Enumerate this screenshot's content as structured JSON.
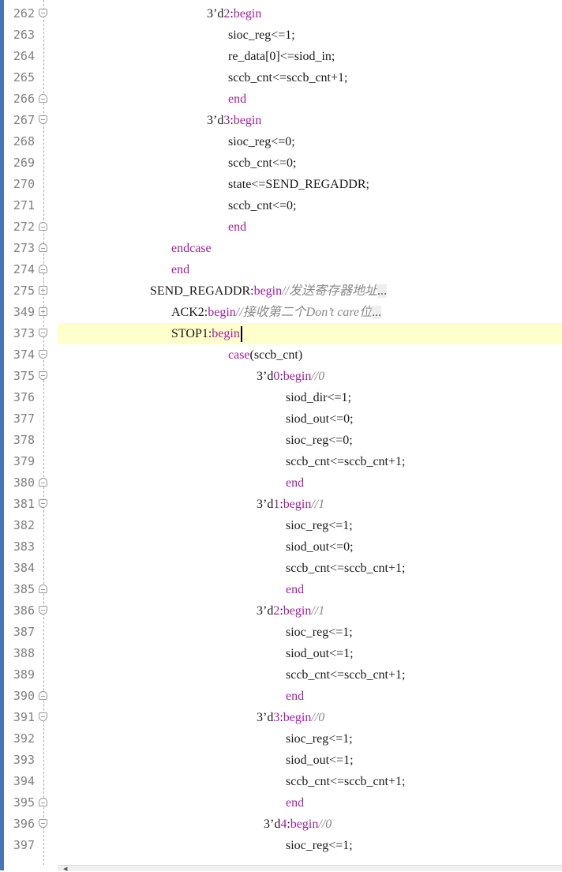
{
  "lines": [
    {
      "num": "262",
      "fold": "open",
      "parts": [
        [
          "t",
          "3’d"
        ],
        [
          "k",
          "2"
        ],
        [
          "t",
          ":"
        ],
        [
          "k",
          "begin"
        ]
      ]
    },
    {
      "num": "263",
      "parts": [
        [
          "t",
          "sioc_reg<=1;"
        ]
      ]
    },
    {
      "num": "264",
      "parts": [
        [
          "t",
          "re_data[0]<=siod_in;"
        ]
      ]
    },
    {
      "num": "265",
      "parts": [
        [
          "t",
          "sccb_cnt<=sccb_cnt+1;"
        ]
      ]
    },
    {
      "num": "266",
      "fold": "end",
      "parts": [
        [
          "k",
          "end"
        ]
      ]
    },
    {
      "num": "267",
      "fold": "open",
      "parts": [
        [
          "t",
          "3’d"
        ],
        [
          "k",
          "3"
        ],
        [
          "t",
          ":"
        ],
        [
          "k",
          "begin"
        ]
      ]
    },
    {
      "num": "268",
      "parts": [
        [
          "t",
          "sioc_reg<=0;"
        ]
      ]
    },
    {
      "num": "269",
      "parts": [
        [
          "t",
          "sccb_cnt<=0;"
        ]
      ]
    },
    {
      "num": "270",
      "parts": [
        [
          "t",
          "state<=SEND_REGADDR;"
        ]
      ]
    },
    {
      "num": "271",
      "parts": [
        [
          "t",
          "sccb_cnt<=0;"
        ]
      ]
    },
    {
      "num": "272",
      "fold": "end",
      "parts": [
        [
          "k",
          "end"
        ]
      ]
    },
    {
      "num": "273",
      "fold": "end",
      "parts": [
        [
          "k",
          "endcase"
        ]
      ]
    },
    {
      "num": "274",
      "fold": "end",
      "parts": [
        [
          "k",
          "end"
        ]
      ]
    },
    {
      "num": "275",
      "fold": "plus",
      "parts": [
        [
          "t",
          "SEND_REGADDR:"
        ],
        [
          "k",
          "begin"
        ],
        [
          "c",
          "//发送寄存器地址"
        ],
        [
          "x",
          "..."
        ]
      ]
    },
    {
      "num": "349",
      "fold": "plus",
      "parts": [
        [
          "t",
          "ACK2:"
        ],
        [
          "k",
          "begin"
        ],
        [
          "c",
          "//接收第二个Don’t care位"
        ],
        [
          "x",
          "..."
        ]
      ]
    },
    {
      "num": "373",
      "fold": "open",
      "current": true,
      "parts": [
        [
          "t",
          "STOP1:"
        ],
        [
          "k",
          "begin"
        ]
      ]
    },
    {
      "num": "374",
      "fold": "open",
      "parts": [
        [
          "k",
          "case"
        ],
        [
          "t",
          "(sccb_cnt)"
        ]
      ]
    },
    {
      "num": "375",
      "fold": "open",
      "parts": [
        [
          "t",
          "3’d"
        ],
        [
          "k",
          "0"
        ],
        [
          "t",
          ":"
        ],
        [
          "k",
          "begin"
        ],
        [
          "c",
          "//0"
        ]
      ]
    },
    {
      "num": "376",
      "parts": [
        [
          "t",
          "siod_dir<=1;"
        ]
      ]
    },
    {
      "num": "377",
      "parts": [
        [
          "t",
          "siod_out<=0;"
        ]
      ]
    },
    {
      "num": "378",
      "parts": [
        [
          "t",
          "sioc_reg<=0;"
        ]
      ]
    },
    {
      "num": "379",
      "parts": [
        [
          "t",
          "sccb_cnt<=sccb_cnt+1;"
        ]
      ]
    },
    {
      "num": "380",
      "fold": "end",
      "parts": [
        [
          "k",
          "end"
        ]
      ]
    },
    {
      "num": "381",
      "fold": "open",
      "parts": [
        [
          "t",
          "3’d"
        ],
        [
          "k",
          "1"
        ],
        [
          "t",
          ":"
        ],
        [
          "k",
          "begin"
        ],
        [
          "c",
          "//1"
        ]
      ]
    },
    {
      "num": "382",
      "parts": [
        [
          "t",
          "sioc_reg<=1;"
        ]
      ]
    },
    {
      "num": "383",
      "parts": [
        [
          "t",
          "siod_out<=0;"
        ]
      ]
    },
    {
      "num": "384",
      "parts": [
        [
          "t",
          "sccb_cnt<=sccb_cnt+1;"
        ]
      ]
    },
    {
      "num": "385",
      "fold": "end",
      "parts": [
        [
          "k",
          "end"
        ]
      ]
    },
    {
      "num": "386",
      "fold": "open",
      "parts": [
        [
          "t",
          "3’d"
        ],
        [
          "k",
          "2"
        ],
        [
          "t",
          ":"
        ],
        [
          "k",
          "begin"
        ],
        [
          "c",
          "//1"
        ]
      ]
    },
    {
      "num": "387",
      "parts": [
        [
          "t",
          "sioc_reg<=1;"
        ]
      ]
    },
    {
      "num": "388",
      "parts": [
        [
          "t",
          "siod_out<=1;"
        ]
      ]
    },
    {
      "num": "389",
      "parts": [
        [
          "t",
          "sccb_cnt<=sccb_cnt+1;"
        ]
      ]
    },
    {
      "num": "390",
      "fold": "end",
      "parts": [
        [
          "k",
          "end"
        ]
      ]
    },
    {
      "num": "391",
      "fold": "open",
      "parts": [
        [
          "t",
          "3’d"
        ],
        [
          "k",
          "3"
        ],
        [
          "t",
          ":"
        ],
        [
          "k",
          "begin"
        ],
        [
          "c",
          "//0"
        ]
      ]
    },
    {
      "num": "392",
      "parts": [
        [
          "t",
          "sioc_reg<=1;"
        ]
      ]
    },
    {
      "num": "393",
      "parts": [
        [
          "t",
          "siod_out<=1;"
        ]
      ]
    },
    {
      "num": "394",
      "parts": [
        [
          "t",
          "sccb_cnt<=sccb_cnt+1;"
        ]
      ]
    },
    {
      "num": "395",
      "fold": "end",
      "parts": [
        [
          "k",
          "end"
        ]
      ]
    },
    {
      "num": "396",
      "fold": "open",
      "parts": [
        [
          "t",
          "3’d"
        ],
        [
          "k",
          "4"
        ],
        [
          "t",
          ":"
        ],
        [
          "k",
          "begin"
        ],
        [
          "c",
          "//0"
        ]
      ]
    },
    {
      "num": "397",
      "parts": [
        [
          "t",
          "sioc_reg<=1;"
        ]
      ]
    }
  ],
  "colors": {
    "keyword": "#a020a0",
    "comment": "#888888",
    "current_line": "#ffffcc",
    "left_bar": "#4a73b8"
  }
}
